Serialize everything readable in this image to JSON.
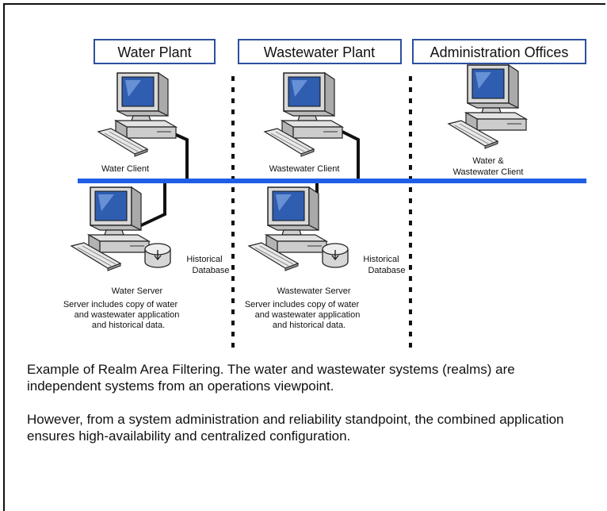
{
  "zones": [
    {
      "title": "Water Plant",
      "client_label": "Water Client",
      "server_label": "Water Server",
      "db_label": [
        "Historical",
        "Database"
      ],
      "note": [
        "Server includes copy of water",
        "and wastewater application",
        "and historical data."
      ]
    },
    {
      "title": "Wastewater Plant",
      "client_label": "Wastewater Client",
      "server_label": "Wastewater Server",
      "db_label": [
        "Historical",
        "Database"
      ],
      "note": [
        "Server includes copy of water",
        "and wastewater application",
        "and historical data."
      ]
    },
    {
      "title": "Administration Offices",
      "client_label_lines": [
        "Water &",
        "Wastewater Client"
      ]
    }
  ],
  "caption": {
    "paragraph1": "Example of Realm Area Filtering. The water and wastewater systems (realms) are independent systems from an operations viewpoint.",
    "paragraph2": "However, from a system administration and reliability standpoint, the combined application ensures high-availability and centralized configuration."
  },
  "colors": {
    "network": "#1f5fe6",
    "title_border": "#2d4f9e",
    "screen": "#2f5db0",
    "divider": "#111111"
  }
}
